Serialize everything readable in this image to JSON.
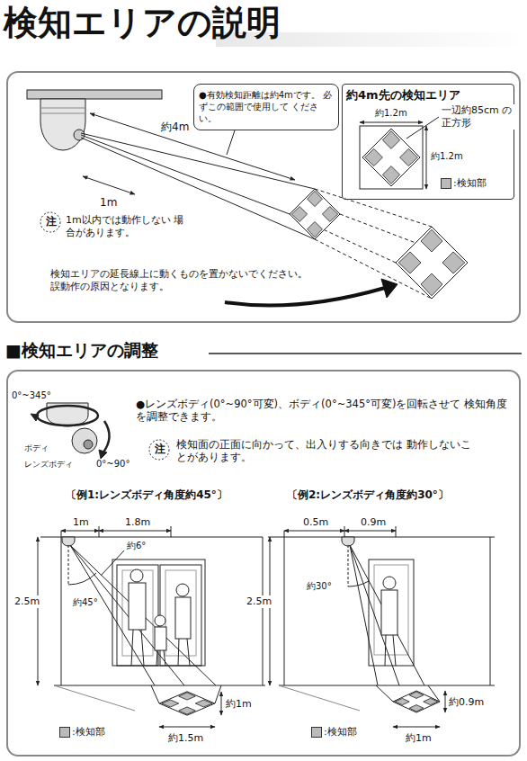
{
  "diagram": {
    "title": "検知エリアの説明",
    "nodes": [
      {
        "text": [
          "●有効検知距離は約4mです。 必ずこの範囲で使用して ください。"
        ]
      },
      {
        "text": [
          "約4m先の検知エリア"
        ]
      }
    ],
    "labels": [
      "約4m",
      "1m",
      "注",
      "1m以内では動作しない 場合があります。",
      "約1.2m",
      "一辺約85cm の正方形",
      "約1.2m",
      "検知エリアの延長線上に動くものを置かないでください。 誤動作の原因となります。",
      "■検知エリアの調整",
      "0°~345°",
      "ボディ",
      "レンズボディ",
      "0°~90°",
      "●レンズボディ(0°~90°可変)、ボディ(0°~345°可変)を回転させて 検知角度を調整できます。",
      "注",
      "検知面の正面に向かって、出入りする向きでは 動作しないことがあります。",
      "〔例1:レンズボディ角度約45°〕",
      "1m",
      "1.8m",
      "約6°",
      "2.5m",
      "約45°",
      "約1m",
      "約1.5m",
      "〔例2:レンズボディ角度約30°〕",
      "0.5m",
      "0.9m",
      "約30°",
      "2.5m",
      "約0.9m",
      "約1m"
    ],
    "legend": [
      {
        "text": ":検知部",
        "color": "#bbbbbb"
      },
      {
        "text": ":検知部",
        "color": "#bbbbbb"
      },
      {
        "text": ":検知部",
        "color": "#bbbbbb"
      }
    ]
  }
}
